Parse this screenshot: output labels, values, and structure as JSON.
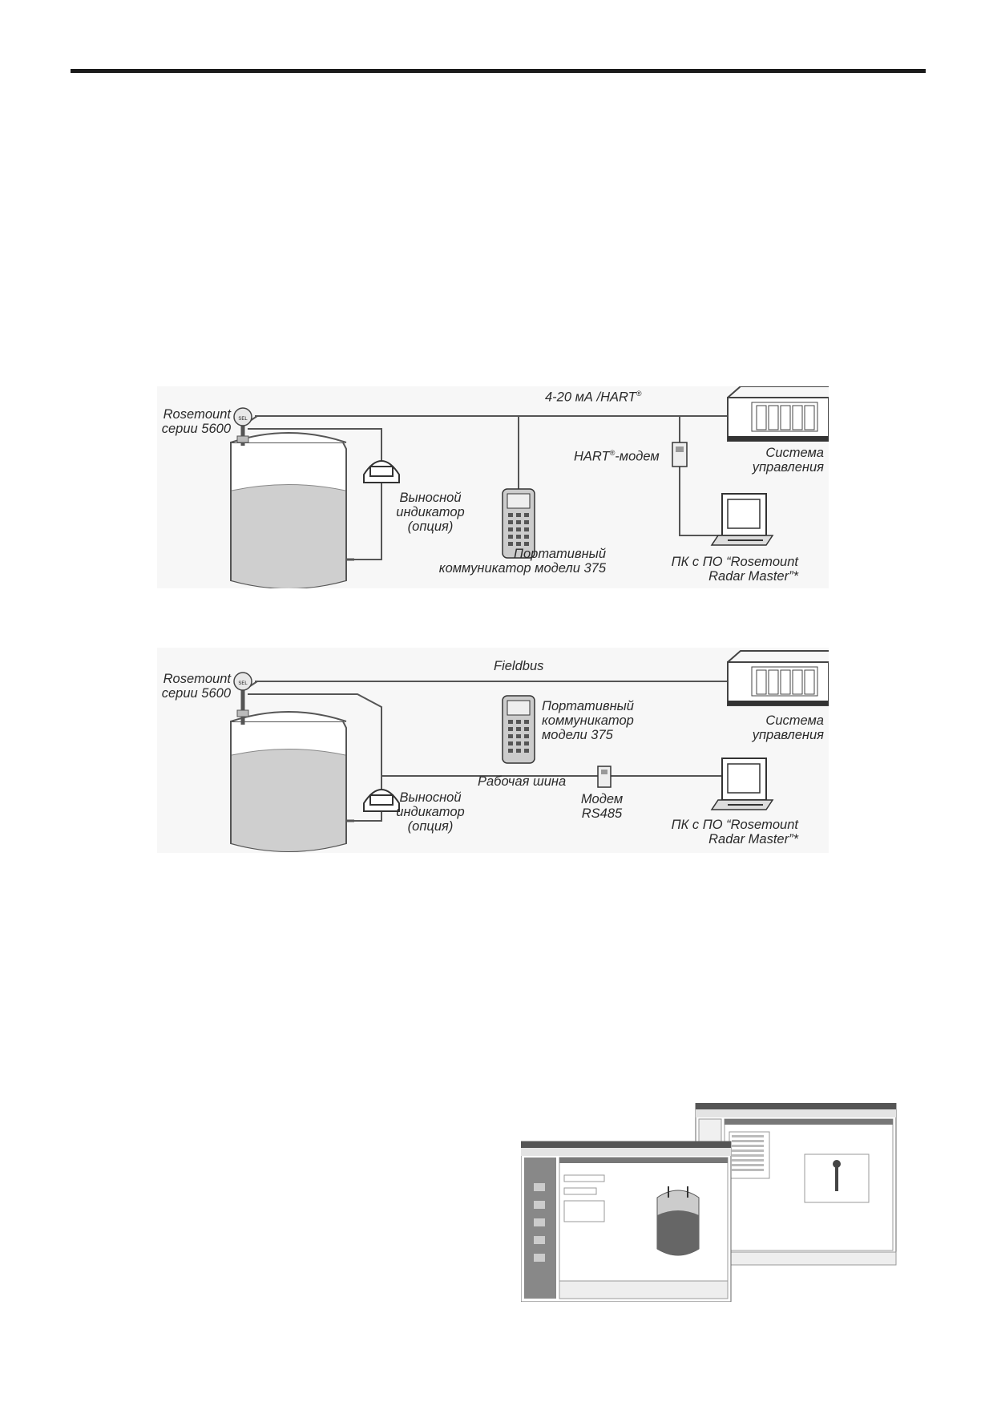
{
  "diagram_hart": {
    "transmitter_label": [
      "Rosemount",
      "серии 5600"
    ],
    "bus_label": "4-20 мА /HART",
    "registered_mark": "®",
    "modem_label_prefix": "HART",
    "modem_label_suffix": "-модем",
    "control_system_label": [
      "Система",
      "управления"
    ],
    "remote_display_label": [
      "Выносной",
      "индикатор",
      "(опция)"
    ],
    "communicator_label": [
      "Портативный",
      "коммуникатор модели 375"
    ],
    "pc_label": [
      "ПК с ПО “Rosemount",
      "Radar Master”*"
    ]
  },
  "diagram_fieldbus": {
    "transmitter_label": [
      "Rosemount",
      "серии 5600"
    ],
    "bus_label": "Fieldbus",
    "communicator_label": [
      "Портативный",
      "коммуникатор",
      "модели 375"
    ],
    "control_system_label": [
      "Система",
      "управления"
    ],
    "service_bus_label": "Рабочая шина",
    "remote_display_label": [
      "Выносной",
      "индикатор",
      "(опция)"
    ],
    "modem_label": [
      "Модем",
      "RS485"
    ],
    "pc_label": [
      "ПК с ПО “Rosemount",
      "Radar Master”*"
    ]
  },
  "icons": [
    "transmitter-icon",
    "tank-icon",
    "remote-display-icon",
    "handheld-communicator-icon",
    "modem-icon",
    "laptop-icon",
    "control-system-icon"
  ],
  "colors": {
    "line": "#555555",
    "liquid": "#cfcfcf",
    "background": "#f7f7f7"
  }
}
